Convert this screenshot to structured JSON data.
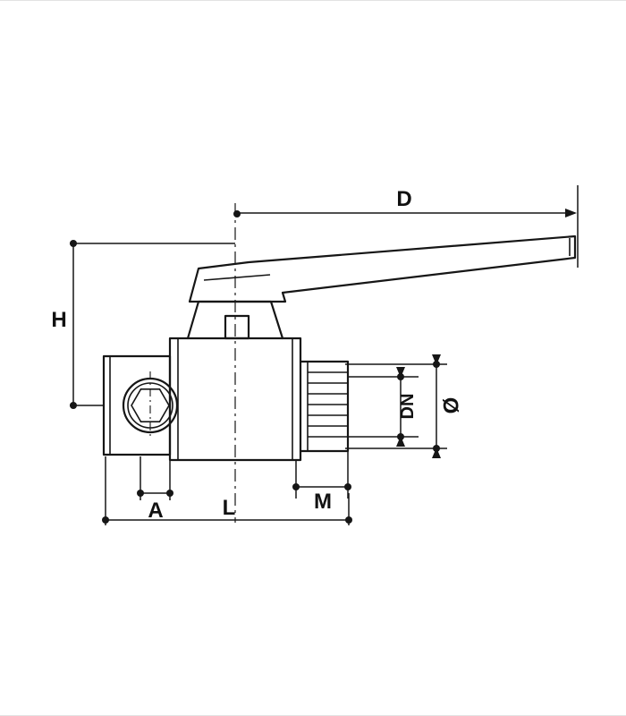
{
  "colors": {
    "line": "#161616",
    "background": "#ffffff",
    "frame_border": "#e2e2e2"
  },
  "diagram": {
    "type": "technical-dimension-drawing",
    "subject": "ball valve with lever handle",
    "labels": {
      "d": "D",
      "h": "H",
      "a": "A",
      "l": "L",
      "m": "M",
      "dn": "DN",
      "diameter": "Ø"
    }
  }
}
